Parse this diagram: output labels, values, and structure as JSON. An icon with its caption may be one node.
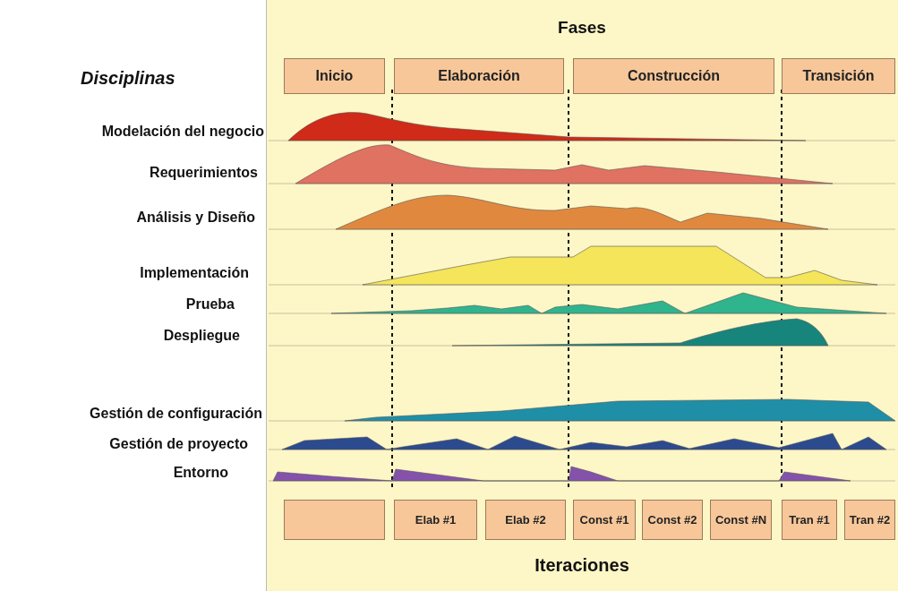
{
  "diagram": {
    "title": "Fases",
    "caption": "Iteraciones",
    "nodes": [
      {
        "text": [
          "Inicio"
        ]
      },
      {
        "text": [
          "Elaboración"
        ]
      },
      {
        "text": [
          "Construcción"
        ]
      },
      {
        "text": [
          "Transición"
        ]
      },
      {
        "text": [],
        "shape": "box"
      },
      {
        "text": [
          "Elab #1"
        ]
      },
      {
        "text": [
          "Elab #2"
        ]
      },
      {
        "text": [
          "Const #1"
        ]
      },
      {
        "text": [
          "Const #2"
        ]
      },
      {
        "text": [
          "Const #N"
        ]
      },
      {
        "text": [
          "Tran #1"
        ]
      },
      {
        "text": [
          "Tran #2"
        ]
      }
    ],
    "labels": [
      "Disciplinas",
      "Modelación del negocio",
      "Requerimientos",
      "Análisis y Diseño",
      "Implementación",
      "Prueba",
      "Despliegue",
      "Gestión de configuración",
      "Gestión de proyecto",
      "Entorno"
    ]
  }
}
